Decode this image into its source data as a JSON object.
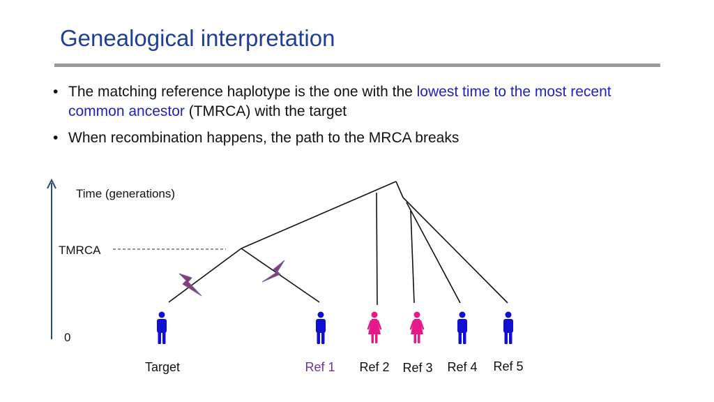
{
  "slide": {
    "title": "Genealogical interpretation",
    "bullets": [
      {
        "pre": "The matching reference haplotype is the one with the ",
        "highlight": "lowest time to the most recent common ancestor",
        "post": " (TMRCA) with the target"
      },
      {
        "pre": "When recombination happens, the path to the MRCA breaks",
        "highlight": "",
        "post": ""
      }
    ]
  },
  "diagram": {
    "axis_label": "Time (generations)",
    "tmrca_label": "TMRCA",
    "zero_label": "0",
    "individuals": [
      {
        "label": "Target",
        "sex": "male",
        "label_color": "#111111"
      },
      {
        "label": "Ref 1",
        "sex": "male",
        "label_color": "#7030a0"
      },
      {
        "label": "Ref 2",
        "sex": "female",
        "label_color": "#111111"
      },
      {
        "label": "Ref 3",
        "sex": "female",
        "label_color": "#111111"
      },
      {
        "label": "Ref 4",
        "sex": "male",
        "label_color": "#111111"
      },
      {
        "label": "Ref 5",
        "sex": "male",
        "label_color": "#111111"
      }
    ],
    "colors": {
      "male": "#1010d0",
      "female": "#e8188a",
      "title": "#1f3f97",
      "highlight": "#2222bb",
      "axis": "#2b4a7a",
      "lightning_fill": "#8a3a7a",
      "lightning_stroke": "#6a6a9a"
    },
    "icons": [
      "male-figure-icon",
      "female-figure-icon",
      "lightning-bolt-icon",
      "up-arrow-icon"
    ]
  }
}
